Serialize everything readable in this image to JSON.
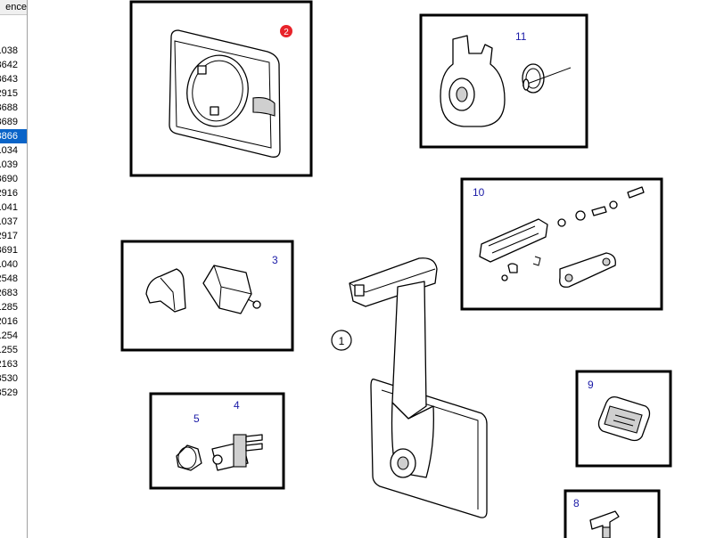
{
  "sidebar": {
    "header": "ence",
    "items": [
      "1038",
      "3642",
      "3643",
      "2915",
      "3688",
      "3689",
      "3866",
      "1034",
      "1039",
      "3690",
      "2916",
      "1041",
      "1037",
      "2917",
      "3691",
      "1040",
      "2548",
      "2683",
      "1285",
      "2016",
      "1254",
      "1255",
      "2163",
      "3530",
      "3529"
    ],
    "selected_index": 6,
    "selection_color": "#0a64c8"
  },
  "diagram": {
    "labels": {
      "l11": "11",
      "l10": "10",
      "l3": "3",
      "l1": "1",
      "l9": "9",
      "l5": "5",
      "l4": "4",
      "l8": "8",
      "l2": "2"
    },
    "highlight_color": "#e8232a",
    "label_color": "#1a1aa6"
  }
}
